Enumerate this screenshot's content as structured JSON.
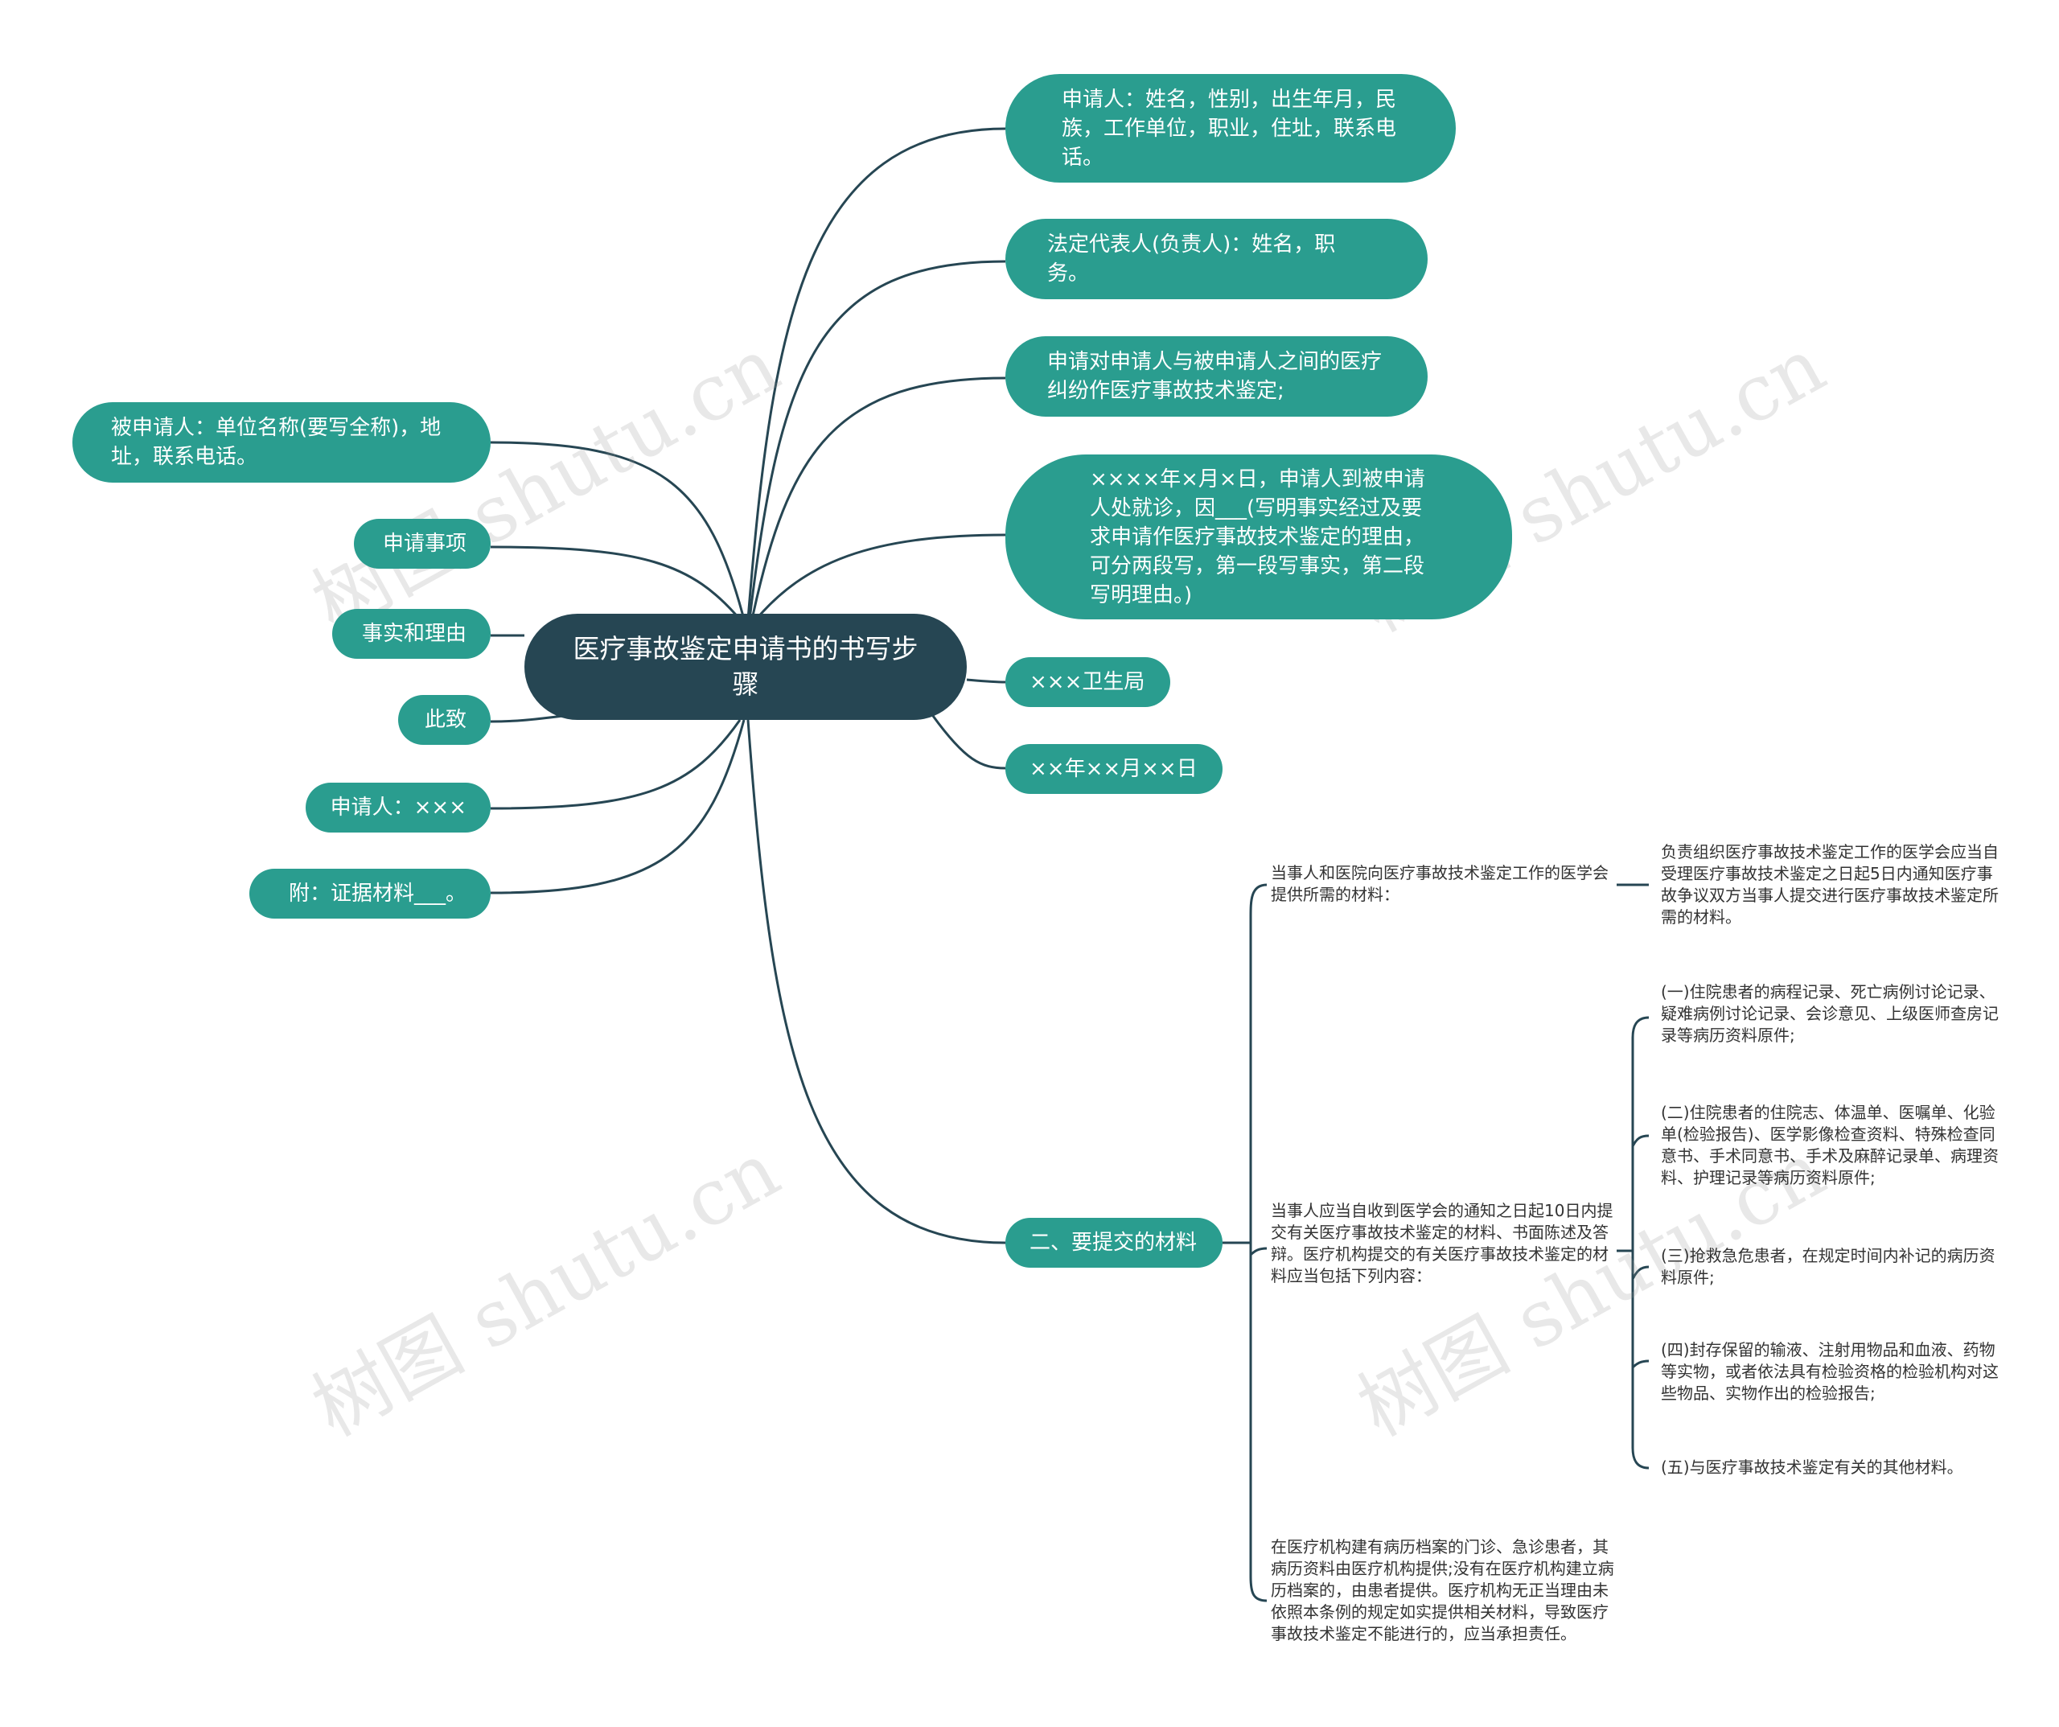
{
  "root": {
    "label": "医疗事故鉴定申请书的书写步骤"
  },
  "left_nodes": [
    {
      "label": "被申请人：单位名称(要写全称)，地址，联系电话。"
    },
    {
      "label": "申请事项"
    },
    {
      "label": "事实和理由"
    },
    {
      "label": "此致"
    },
    {
      "label": "申请人：×××"
    },
    {
      "label": "附：证据材料___。"
    }
  ],
  "right_nodes": [
    {
      "label": "申请人：姓名，性别，出生年月，民族，工作单位，职业，住址，联系电话。"
    },
    {
      "label": "法定代表人(负责人)：姓名，职务。"
    },
    {
      "label": "申请对申请人与被申请人之间的医疗纠纷作医疗事故技术鉴定;"
    },
    {
      "label": "××××年×月×日，申请人到被申请人处就诊，因___(写明事实经过及要求申请作医疗事故技术鉴定的理由，可分两段写，第一段写事实，第二段写明理由。)"
    },
    {
      "label": "×××卫生局"
    },
    {
      "label": "××年××月××日"
    },
    {
      "label": "二、要提交的材料"
    }
  ],
  "materials": {
    "items": [
      {
        "label": "当事人和医院向医疗事故技术鉴定工作的医学会提供所需的材料："
      },
      {
        "label": "当事人应当自收到医学会的通知之日起10日内提交有关医疗事故技术鉴定的材料、书面陈述及答辩。医疗机构提交的有关医疗事故技术鉴定的材料应当包括下列内容："
      },
      {
        "label": "在医疗机构建有病历档案的门诊、急诊患者，其病历资料由医疗机构提供;没有在医疗机构建立病历档案的，由患者提供。医疗机构无正当理由未依照本条例的规定如实提供相关材料，导致医疗事故技术鉴定不能进行的，应当承担责任。"
      }
    ],
    "first_child": {
      "label": "负责组织医疗事故技术鉴定工作的医学会应当自受理医疗事故技术鉴定之日起5日内通知医疗事故争议双方当事人提交进行医疗事故技术鉴定所需的材料。"
    },
    "sub_items": [
      {
        "label": "(一)住院患者的病程记录、死亡病例讨论记录、疑难病例讨论记录、会诊意见、上级医师查房记录等病历资料原件;"
      },
      {
        "label": "(二)住院患者的住院志、体温单、医嘱单、化验单(检验报告)、医学影像检查资料、特殊检查同意书、手术同意书、手术及麻醉记录单、病理资料、护理记录等病历资料原件;"
      },
      {
        "label": "(三)抢救急危患者，在规定时间内补记的病历资料原件;"
      },
      {
        "label": "(四)封存保留的输液、注射用物品和血液、药物等实物，或者依法具有检验资格的检验机构对这些物品、实物作出的检验报告;"
      },
      {
        "label": "(五)与医疗事故技术鉴定有关的其他材料。"
      }
    ]
  },
  "watermark": {
    "text": "树图 shutu.cn"
  },
  "colors": {
    "root_bg": "#264653",
    "node_bg": "#2a9d8f",
    "line": "#264653",
    "text_dark": "#333333"
  }
}
